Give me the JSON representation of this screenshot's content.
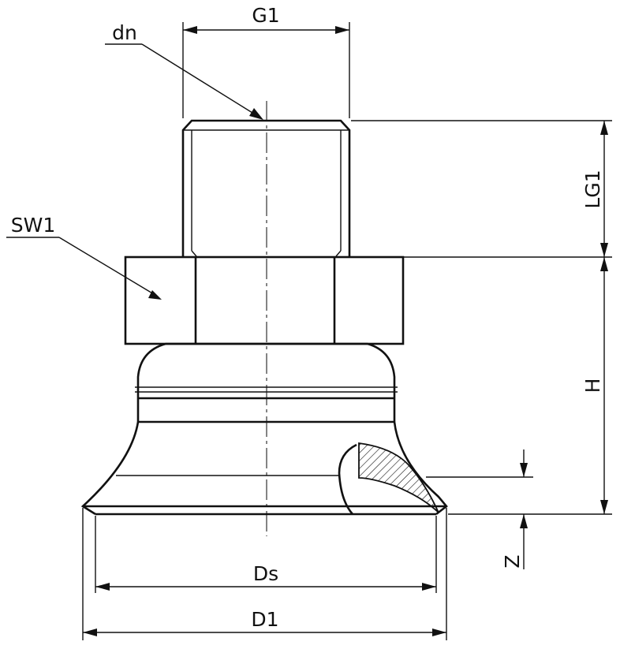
{
  "labels": {
    "g1": "G1",
    "dn": "dn",
    "lg1": "LG1",
    "sw1": "SW1",
    "h": "H",
    "z": "Z",
    "ds": "Ds",
    "d1": "D1"
  }
}
